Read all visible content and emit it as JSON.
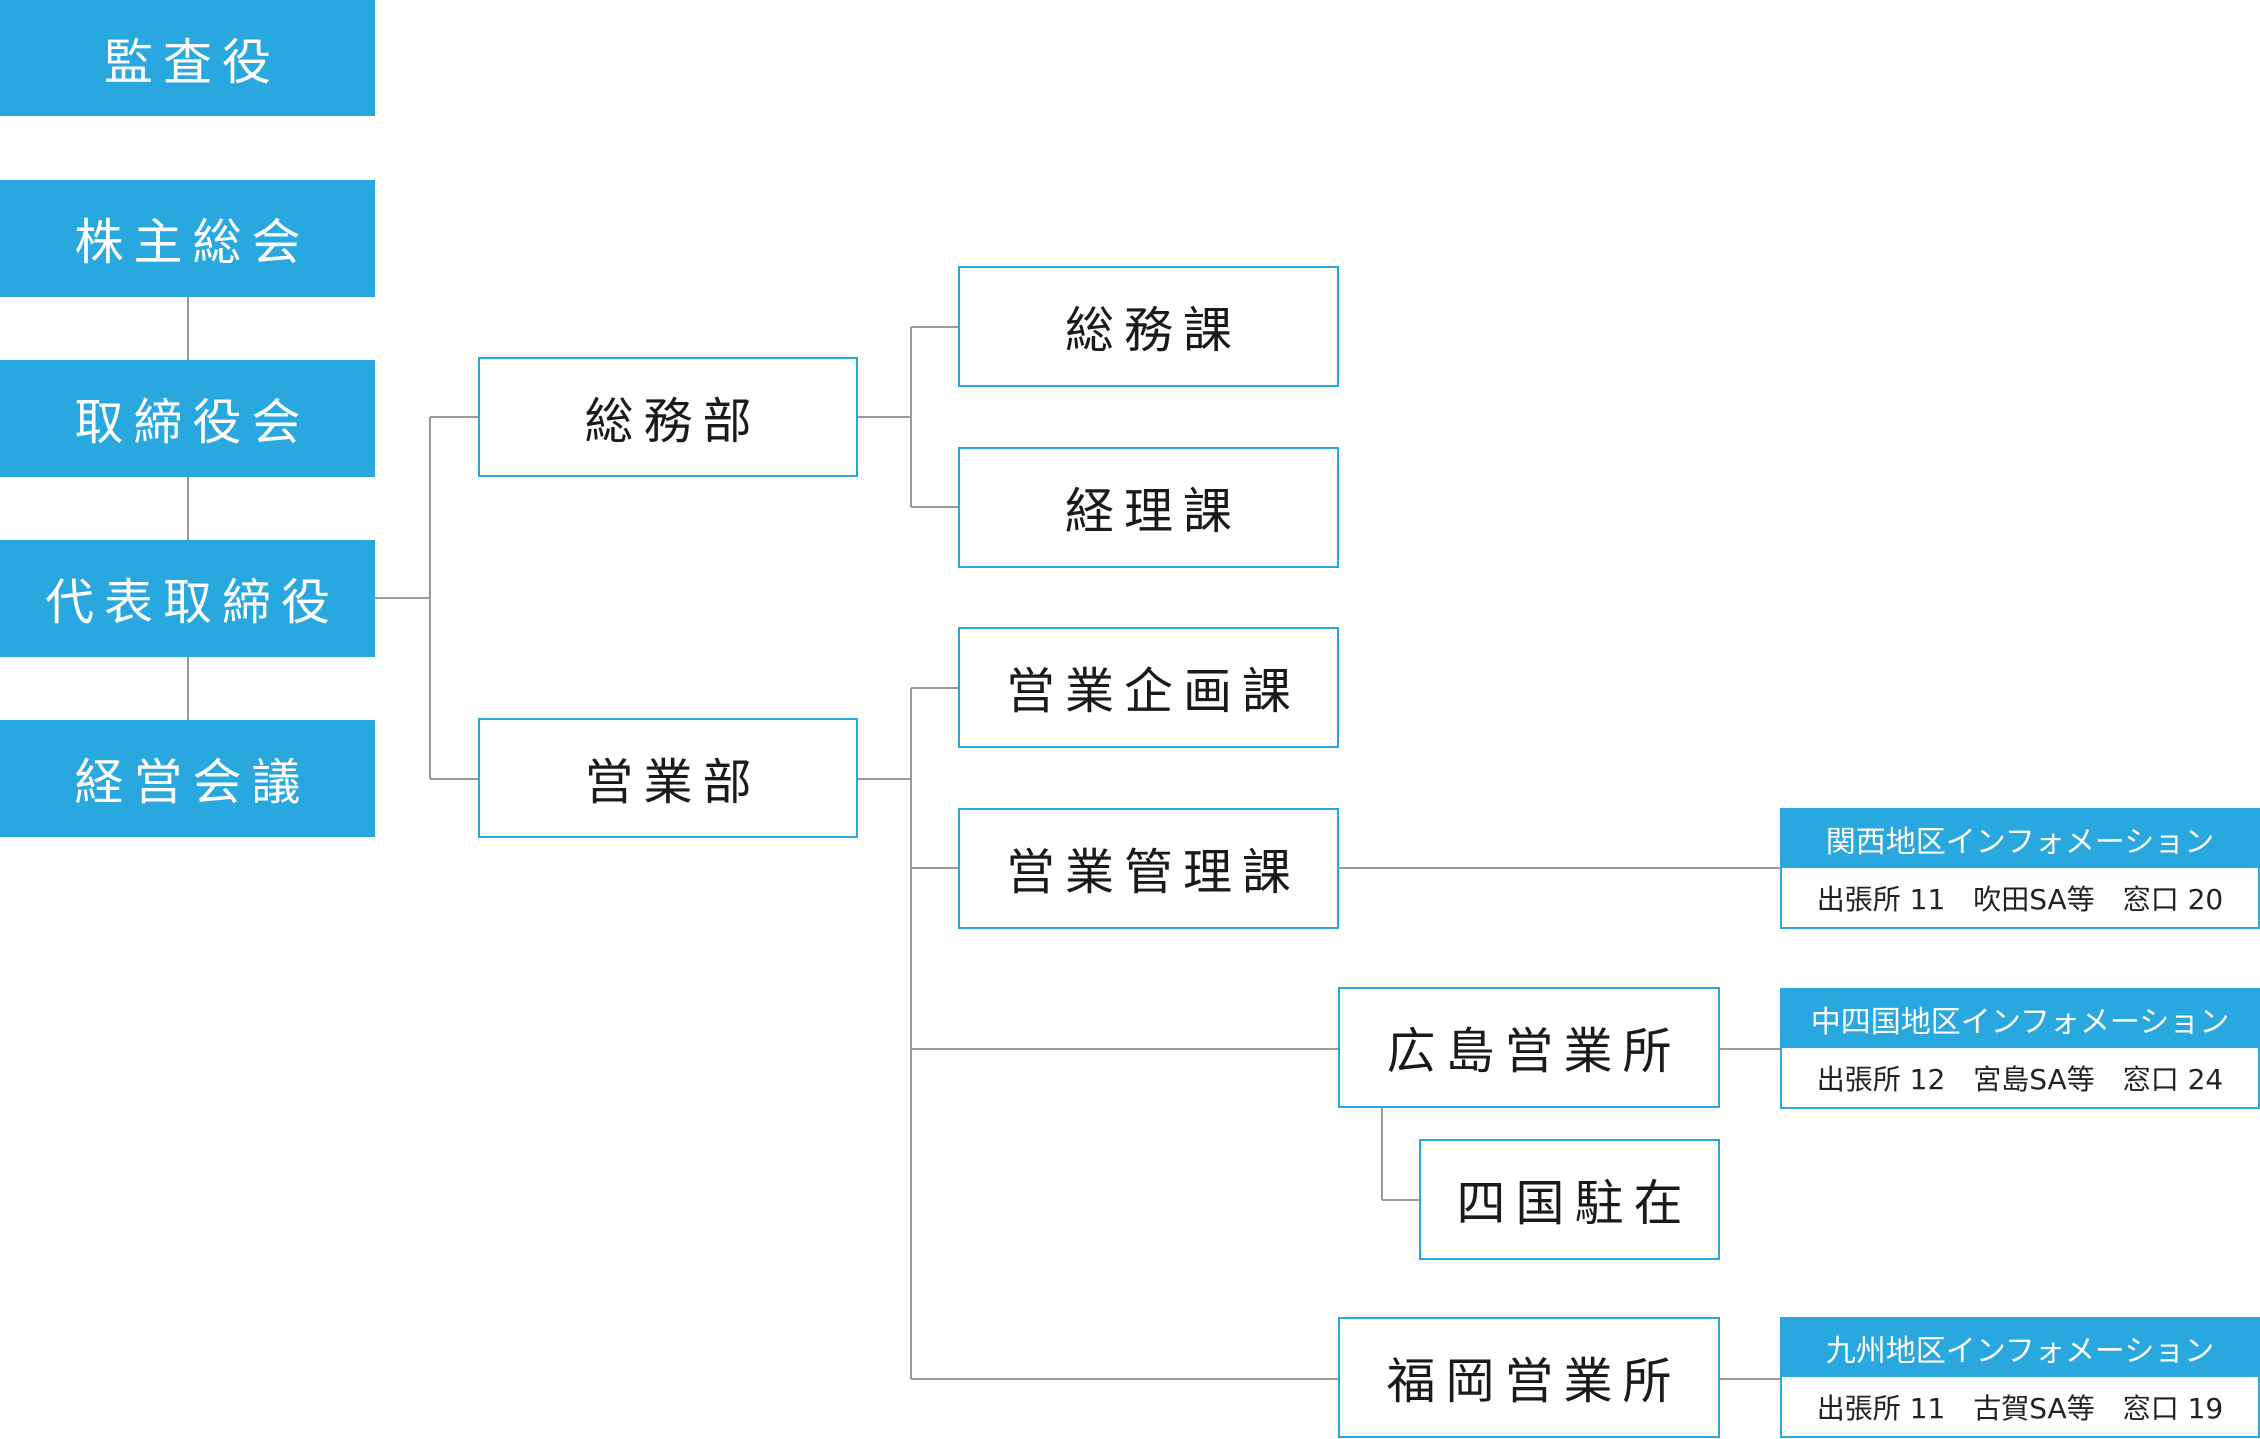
{
  "colors": {
    "accent": "#29a7df",
    "line": "#9a9a9a",
    "text": "#1a1a1a"
  },
  "left_column": {
    "auditor": "監査役",
    "shareholders": "株主総会",
    "board": "取締役会",
    "president": "代表取締役",
    "management_meeting": "経営会議"
  },
  "departments": {
    "general_affairs": "総務部",
    "sales": "営業部"
  },
  "sections": {
    "general_affairs_section": "総務課",
    "accounting_section": "経理課",
    "sales_planning_section": "営業企画課",
    "sales_management_section": "営業管理課"
  },
  "offices": {
    "hiroshima": "広島営業所",
    "shikoku": "四国駐在",
    "fukuoka": "福岡営業所"
  },
  "info_boxes": [
    {
      "title": "関西地区インフォメーション",
      "detail": "出張所 11　吹田SA等　窓口 20"
    },
    {
      "title": "中四国地区インフォメーション",
      "detail": "出張所 12　宮島SA等　窓口 24"
    },
    {
      "title": "九州地区インフォメーション",
      "detail": "出張所 11　古賀SA等　窓口 19"
    }
  ]
}
